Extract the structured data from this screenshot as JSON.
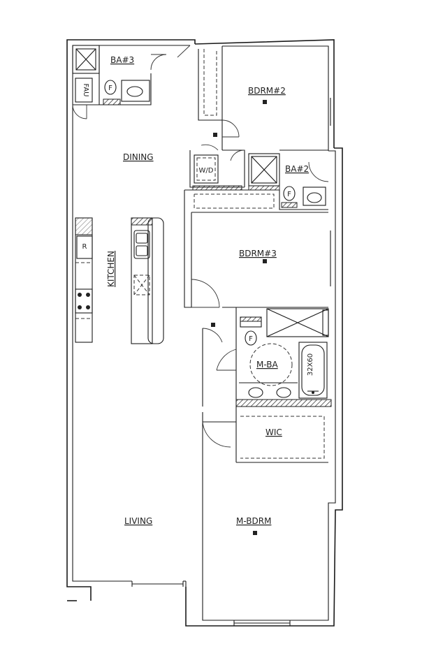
{
  "rooms": {
    "ba3": "BA#3",
    "fau": "FAU",
    "bdrm2": "BDRM#2",
    "dining": "DINING",
    "wd": "W/D",
    "ba2": "BA#2",
    "kitchen": "KITCHEN",
    "bdrm3": "BDRM#3",
    "mba": "M-BA",
    "tub": "32X60",
    "wic": "WIC",
    "living": "LIVING",
    "mbdrm": "M-BDRM"
  },
  "fixtures": {
    "water_heater": "F",
    "refrigerator": "R"
  }
}
